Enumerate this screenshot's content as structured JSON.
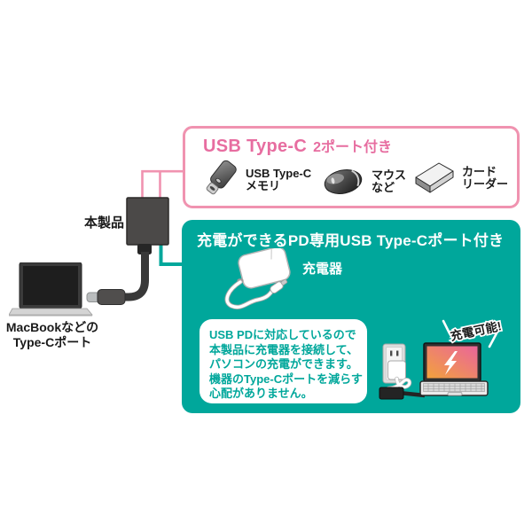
{
  "colors": {
    "pink_border": "#f093b0",
    "pink_text": "#e76da0",
    "teal": "#00a79b",
    "cable_dark": "#3a3a3a"
  },
  "left": {
    "laptop_label_line1": "MacBookなどの",
    "laptop_label_line2": "Type-Cポート",
    "product_label": "本製品"
  },
  "usb_box": {
    "title_main": "USB Type-C",
    "title_sub": "2ポート付き",
    "items": [
      {
        "icon": "usb-memory-icon",
        "label_line1": "USB Type-C",
        "label_line2": "メモリ"
      },
      {
        "icon": "mouse-icon",
        "label_line1": "マウス",
        "label_line2": "など"
      },
      {
        "icon": "card-reader-icon",
        "label_line1": "カード",
        "label_line2": "リーダー"
      }
    ]
  },
  "pd_box": {
    "title": "充電ができるPD専用USB Type-Cポート付き",
    "charger_label": "充電器",
    "note_lines": [
      "USB PDに対応しているので",
      "本製品に充電器を接続して、",
      "パソコンの充電ができます。",
      "機器のType-Cポートを減らす",
      "心配がありません。"
    ],
    "charge_badge": "充電可能!"
  }
}
